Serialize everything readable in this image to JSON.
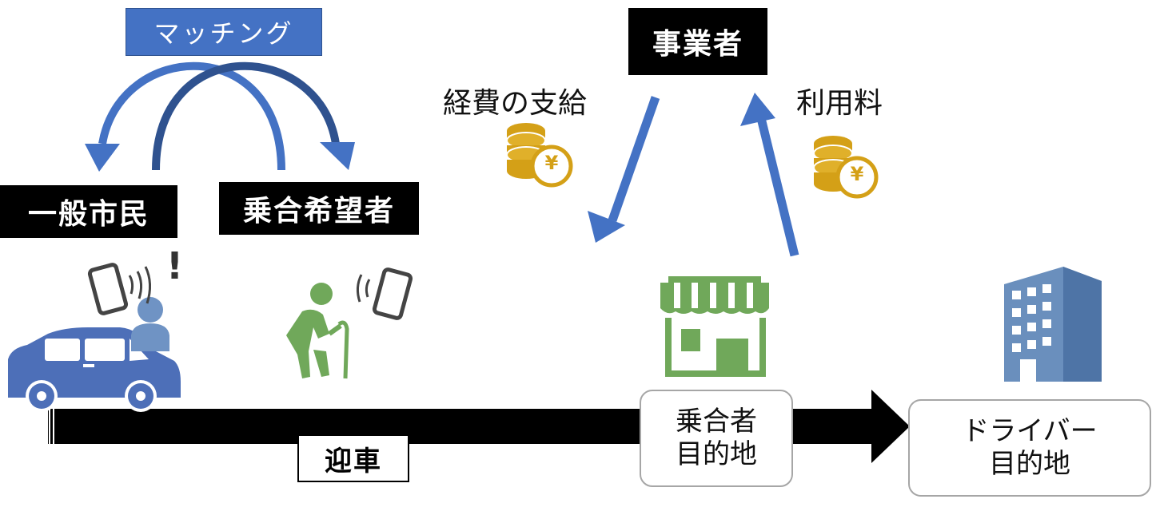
{
  "matching": "マッチング",
  "general_public": "一般市民",
  "ride_seeker": "乗合希望者",
  "operator": "事業者",
  "expense": "経費の支給",
  "usage_fee": "利用料",
  "passenger_dest": {
    "line1": "乗合者",
    "line2": "目的地"
  },
  "driver_dest": {
    "line1": "ドライバー",
    "line2": "目的地"
  },
  "pickup": "迎車",
  "yen_symbol": "¥",
  "exclaim": "!",
  "colors": {
    "blue": "#4472c4",
    "dark_blue": "#2f528f",
    "green": "#70a85a",
    "gold": "#d4a017",
    "building": "#6a8fbd",
    "car": "#4d6fb8",
    "person": "#6f93c4"
  }
}
